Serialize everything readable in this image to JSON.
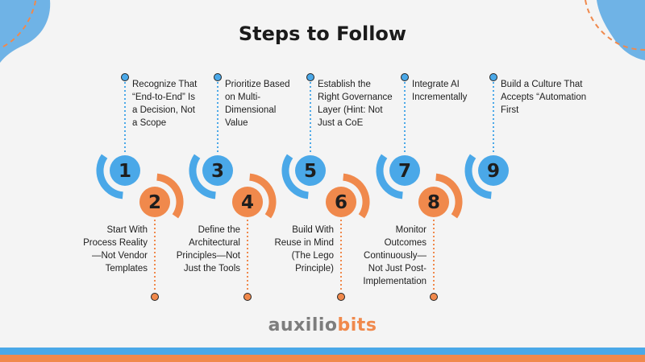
{
  "title": "Steps to Follow",
  "colors": {
    "blue": "#4aa8e8",
    "orange": "#f0894c",
    "deco_blue": "#6fb3e6",
    "text": "#1e1e1e"
  },
  "steps_top": [
    {
      "number": "1",
      "lines": [
        "Recognize That",
        "“End-to-End” Is",
        "a Decision, Not",
        "a Scope"
      ]
    },
    {
      "number": "3",
      "lines": [
        "Prioritize Based",
        "on Multi-",
        "Dimensional",
        "Value"
      ]
    },
    {
      "number": "5",
      "lines": [
        "Establish the",
        "Right Governance",
        "Layer (Hint: Not",
        "Just a CoE"
      ]
    },
    {
      "number": "7",
      "lines": [
        "Integrate AI",
        "Incrementally"
      ]
    },
    {
      "number": "9",
      "lines": [
        "Build a Culture That",
        "Accepts “Automation",
        "First"
      ]
    }
  ],
  "steps_bottom": [
    {
      "number": "2",
      "lines": [
        "Start With",
        "Process Reality",
        "—Not Vendor",
        "Templates"
      ]
    },
    {
      "number": "4",
      "lines": [
        "Define the",
        "Architectural",
        "Principles—Not",
        "Just the Tools"
      ]
    },
    {
      "number": "6",
      "lines": [
        "Build With",
        "Reuse in Mind",
        "(The Lego",
        "Principle)"
      ]
    },
    {
      "number": "8",
      "lines": [
        "Monitor",
        "Outcomes",
        "Continuously—",
        "Not Just Post-",
        "Implementation"
      ]
    }
  ],
  "logo": {
    "part1": "auxilio",
    "part2": "bits"
  }
}
